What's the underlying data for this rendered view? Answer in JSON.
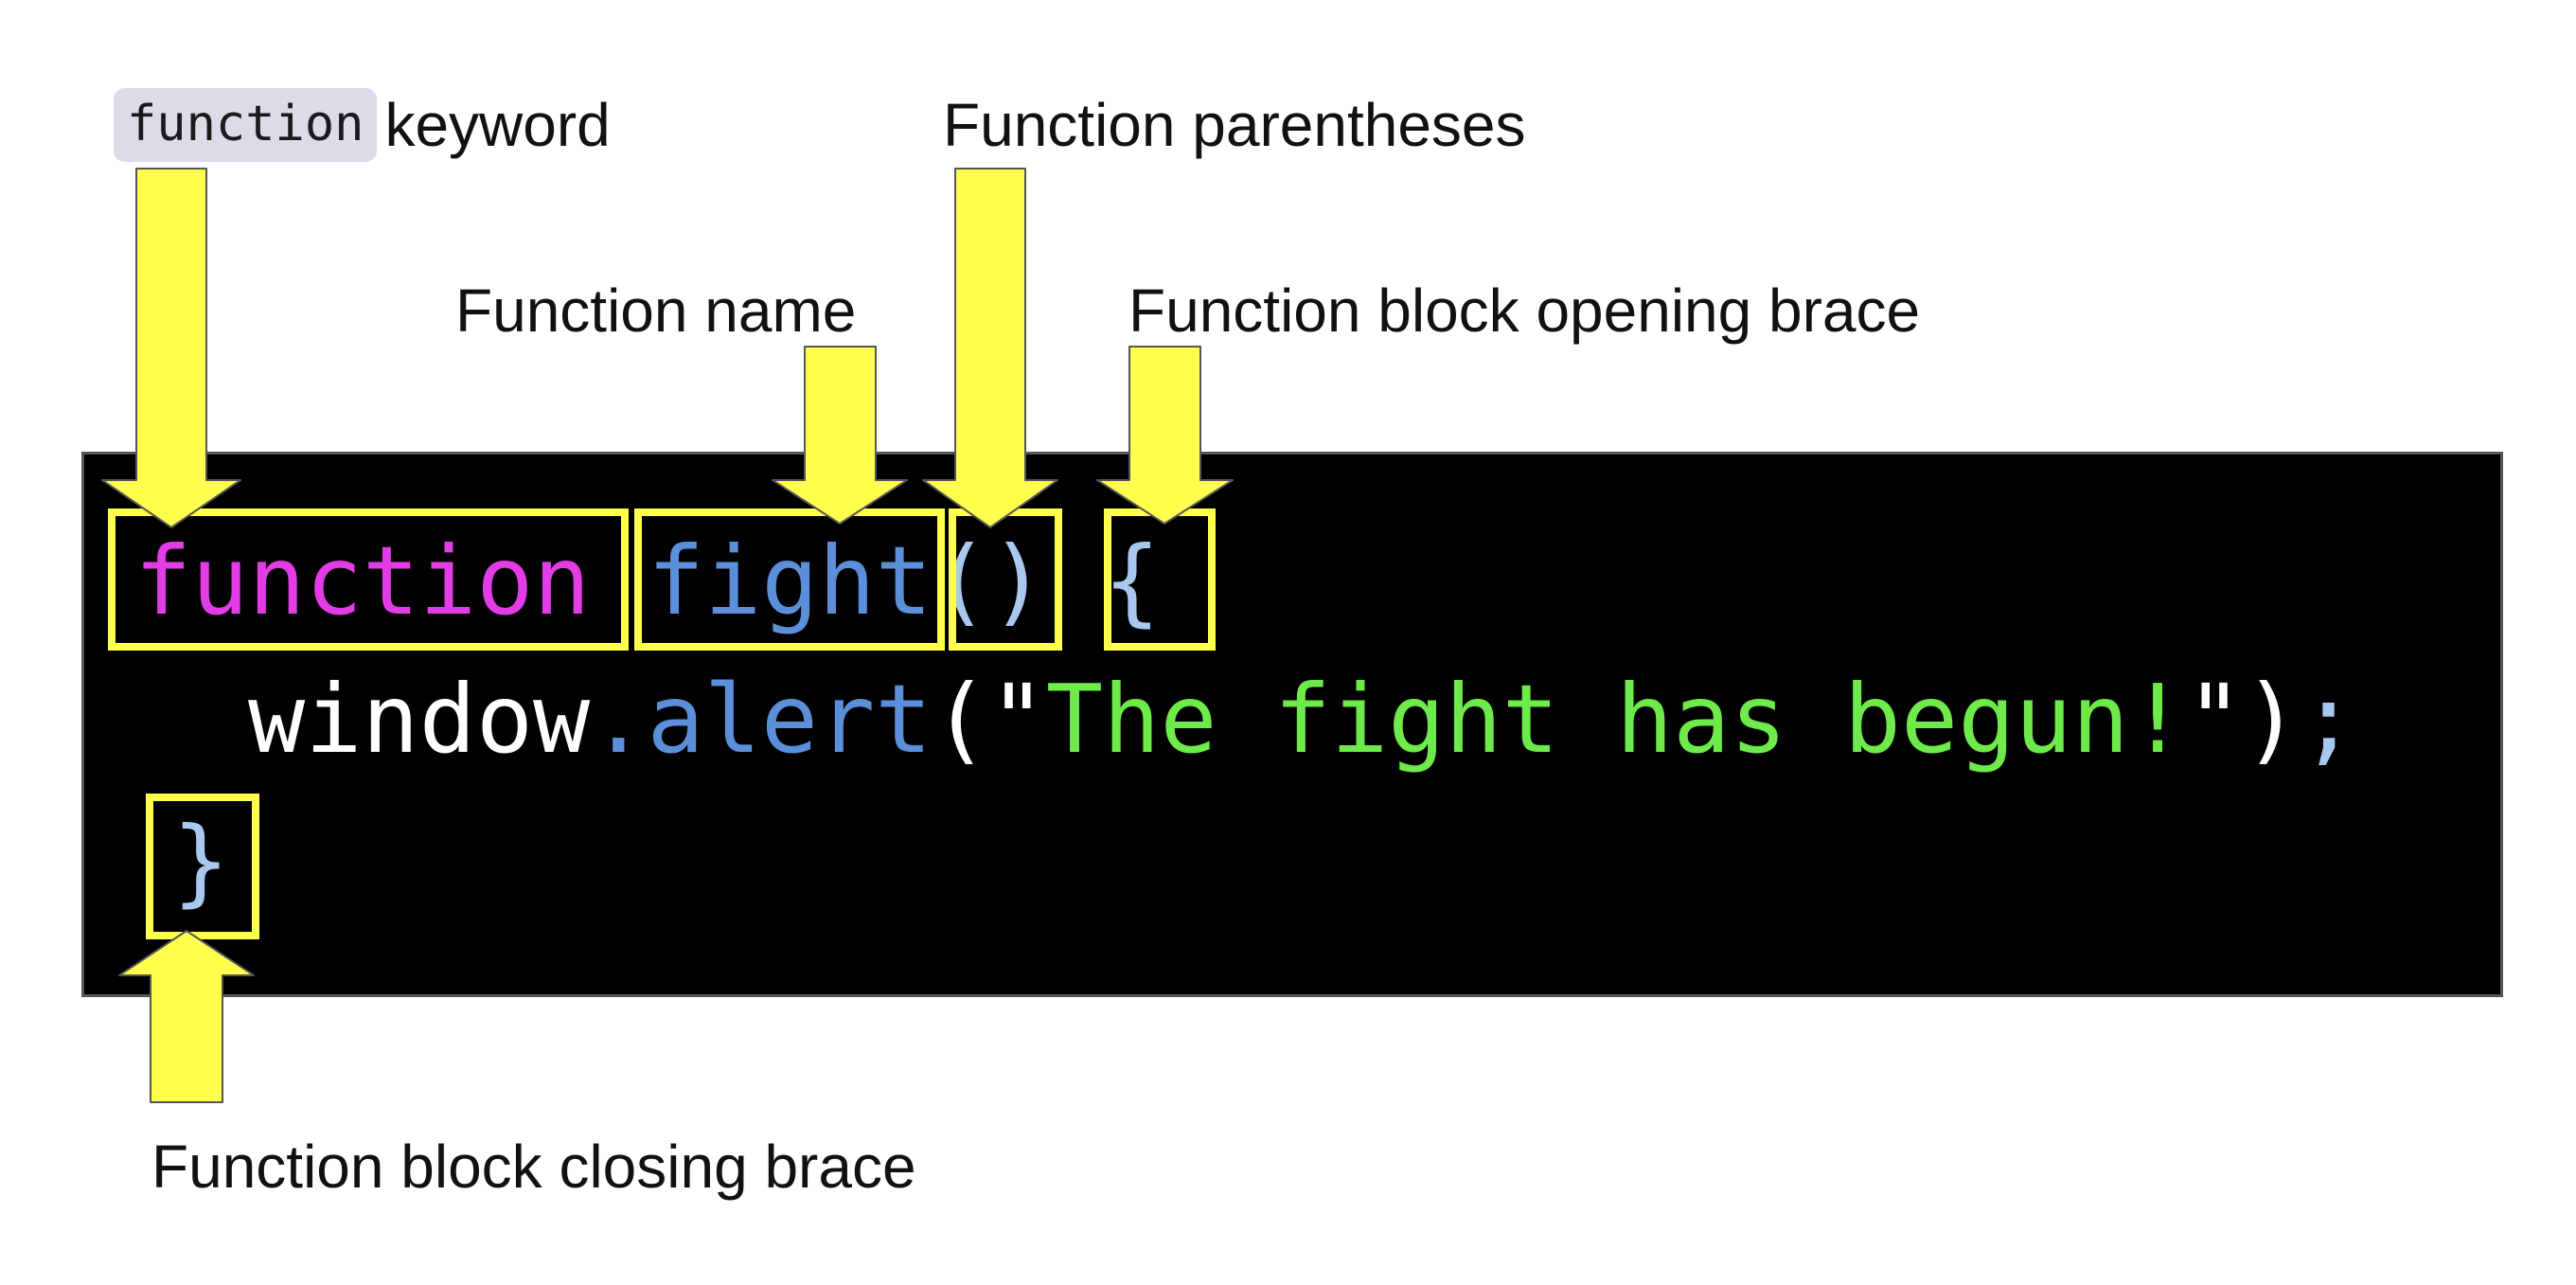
{
  "labels": {
    "keyword_chip": "function",
    "keyword_suffix": "keyword",
    "parentheses": "Function parentheses",
    "name": "Function name",
    "opening_brace": "Function block opening brace",
    "closing_brace": "Function block closing brace"
  },
  "code": {
    "line1": {
      "keyword": "function",
      "name": "fight",
      "parens": "()",
      "brace": "{"
    },
    "line2": {
      "object": "window",
      "dot": ".",
      "method": "alert",
      "open_paren": "(",
      "open_quote": "\"",
      "string": "The fight has begun!",
      "close_quote": "\"",
      "close_paren": ")",
      "semicolon": ";"
    },
    "line3": {
      "brace": "}"
    }
  },
  "colors": {
    "keyword": "#e23ce6",
    "name": "#5b8fd9",
    "punctuation": "#a9c8f0",
    "plain": "#ffffff",
    "string": "#6eea4a",
    "highlight": "#ffff4d",
    "background": "#000000"
  }
}
